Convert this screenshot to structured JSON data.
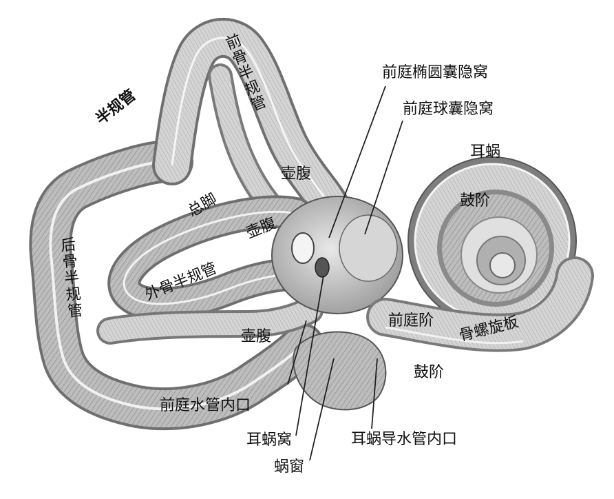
{
  "labels": {
    "semicircular_canals": "半规管",
    "anterior_canal": "前骨半规管",
    "posterior_canal": "后骨半规管",
    "lateral_canal": "外骨半规管",
    "common_crus": "总脚",
    "ampulla_top": "壶腹",
    "ampulla_mid": "壶腹",
    "ampulla_low": "壶腹",
    "elliptical_recess": "前庭椭圆囊隐窝",
    "spherical_recess": "前庭球囊隐窝",
    "cochlea": "耳蜗",
    "scala_tympani_top": "鼓阶",
    "scala_vestibuli": "前庭阶",
    "osseous_spiral_lamina": "骨螺旋板",
    "scala_tympani_bottom": "鼓阶",
    "vestibular_aqueduct": "前庭水管内口",
    "cochlear_recess": "耳蜗窝",
    "round_window": "蜗窗",
    "cochlear_aqueduct": "耳蜗导水管内口"
  }
}
